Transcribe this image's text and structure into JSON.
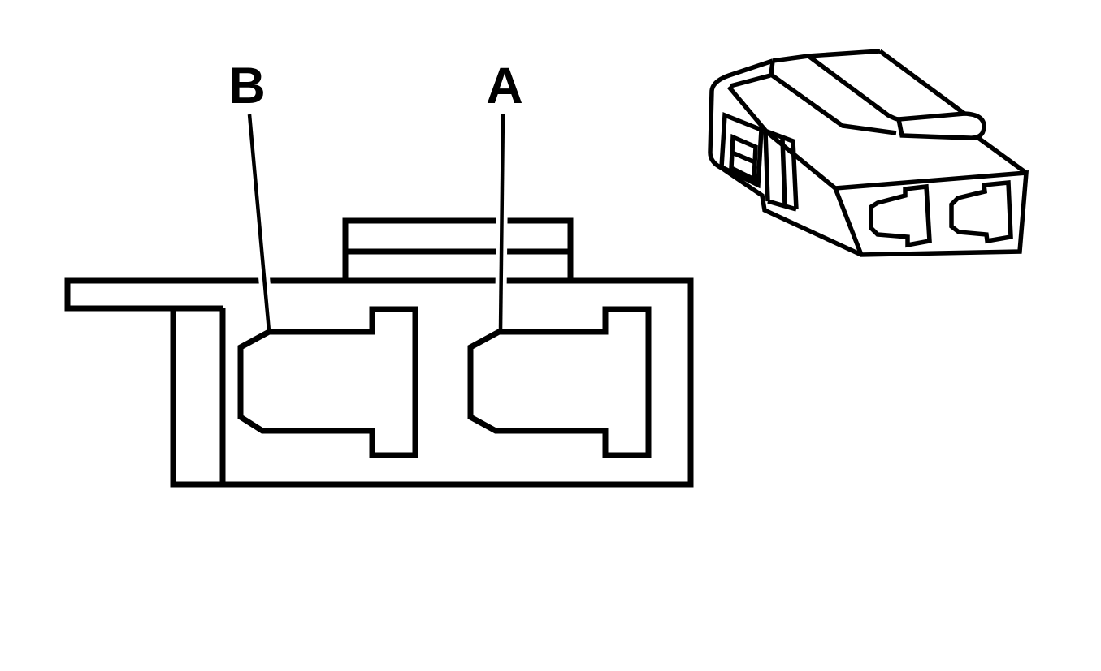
{
  "page": {
    "background_color": "#ffffff",
    "line_color": "#000000"
  },
  "diagram": {
    "type": "connector-terminal-line-drawing",
    "description": "Two-cavity electrical connector shown as front face view with labeled terminal cavities and an isometric housing view",
    "views": {
      "front_view": {
        "name": "connector-front-view",
        "terminal_count": 2
      },
      "iso_view": {
        "name": "connector-isometric-view",
        "terminal_count": 2
      }
    },
    "terminals": [
      {
        "label": "B",
        "cavity": "left"
      },
      {
        "label": "A",
        "cavity": "right"
      }
    ]
  }
}
